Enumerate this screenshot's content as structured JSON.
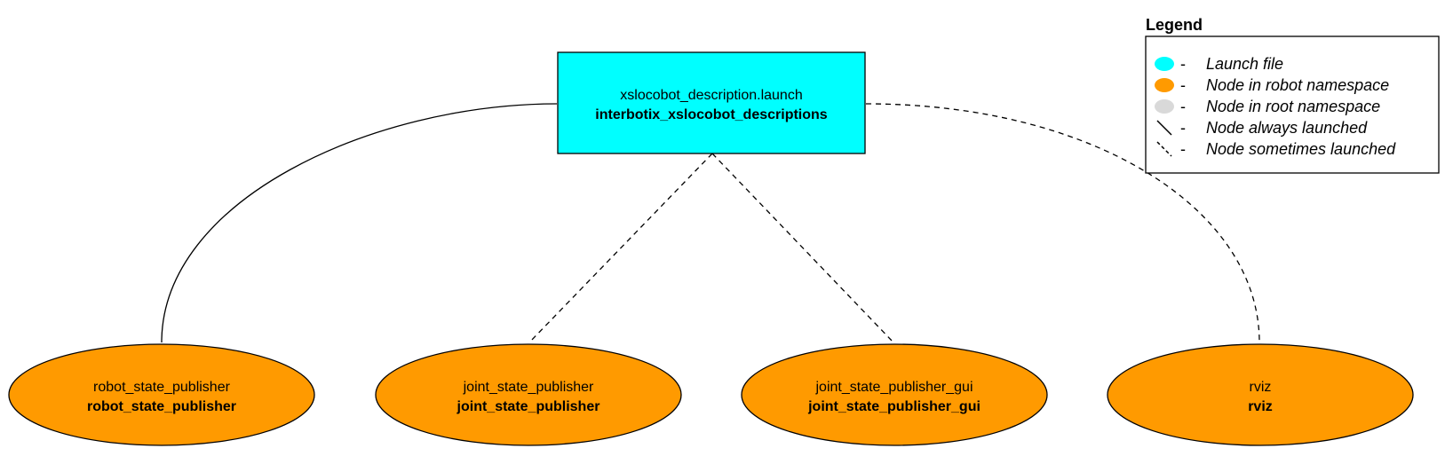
{
  "colors": {
    "launch_file": "#00ffff",
    "robot_namespace": "#ff9a00",
    "root_namespace": "#d9d9d9",
    "stroke": "#000000",
    "background": "#ffffff"
  },
  "root": {
    "file": "xslocobot_description.launch",
    "package": "interbotix_xslocobot_descriptions",
    "kind": "launch-file"
  },
  "nodes": [
    {
      "name": "robot_state_publisher",
      "type": "robot_state_publisher",
      "kind": "robot-namespace",
      "launch": "always"
    },
    {
      "name": "joint_state_publisher",
      "type": "joint_state_publisher",
      "kind": "robot-namespace",
      "launch": "sometimes"
    },
    {
      "name": "joint_state_publisher_gui",
      "type": "joint_state_publisher_gui",
      "kind": "robot-namespace",
      "launch": "sometimes"
    },
    {
      "name": "rviz",
      "type": "rviz",
      "kind": "robot-namespace",
      "launch": "sometimes"
    }
  ],
  "legend": {
    "title": "Legend",
    "items": [
      {
        "symbol": "cyan-ellipse",
        "dash": "-",
        "label": "Launch file"
      },
      {
        "symbol": "orange-ellipse",
        "dash": "-",
        "label": "Node in robot namespace"
      },
      {
        "symbol": "gray-ellipse",
        "dash": "-",
        "label": "Node in root namespace"
      },
      {
        "symbol": "solid-line",
        "dash": "-",
        "label": "Node always launched"
      },
      {
        "symbol": "dashed-line",
        "dash": "-",
        "label": "Node sometimes launched"
      }
    ]
  }
}
